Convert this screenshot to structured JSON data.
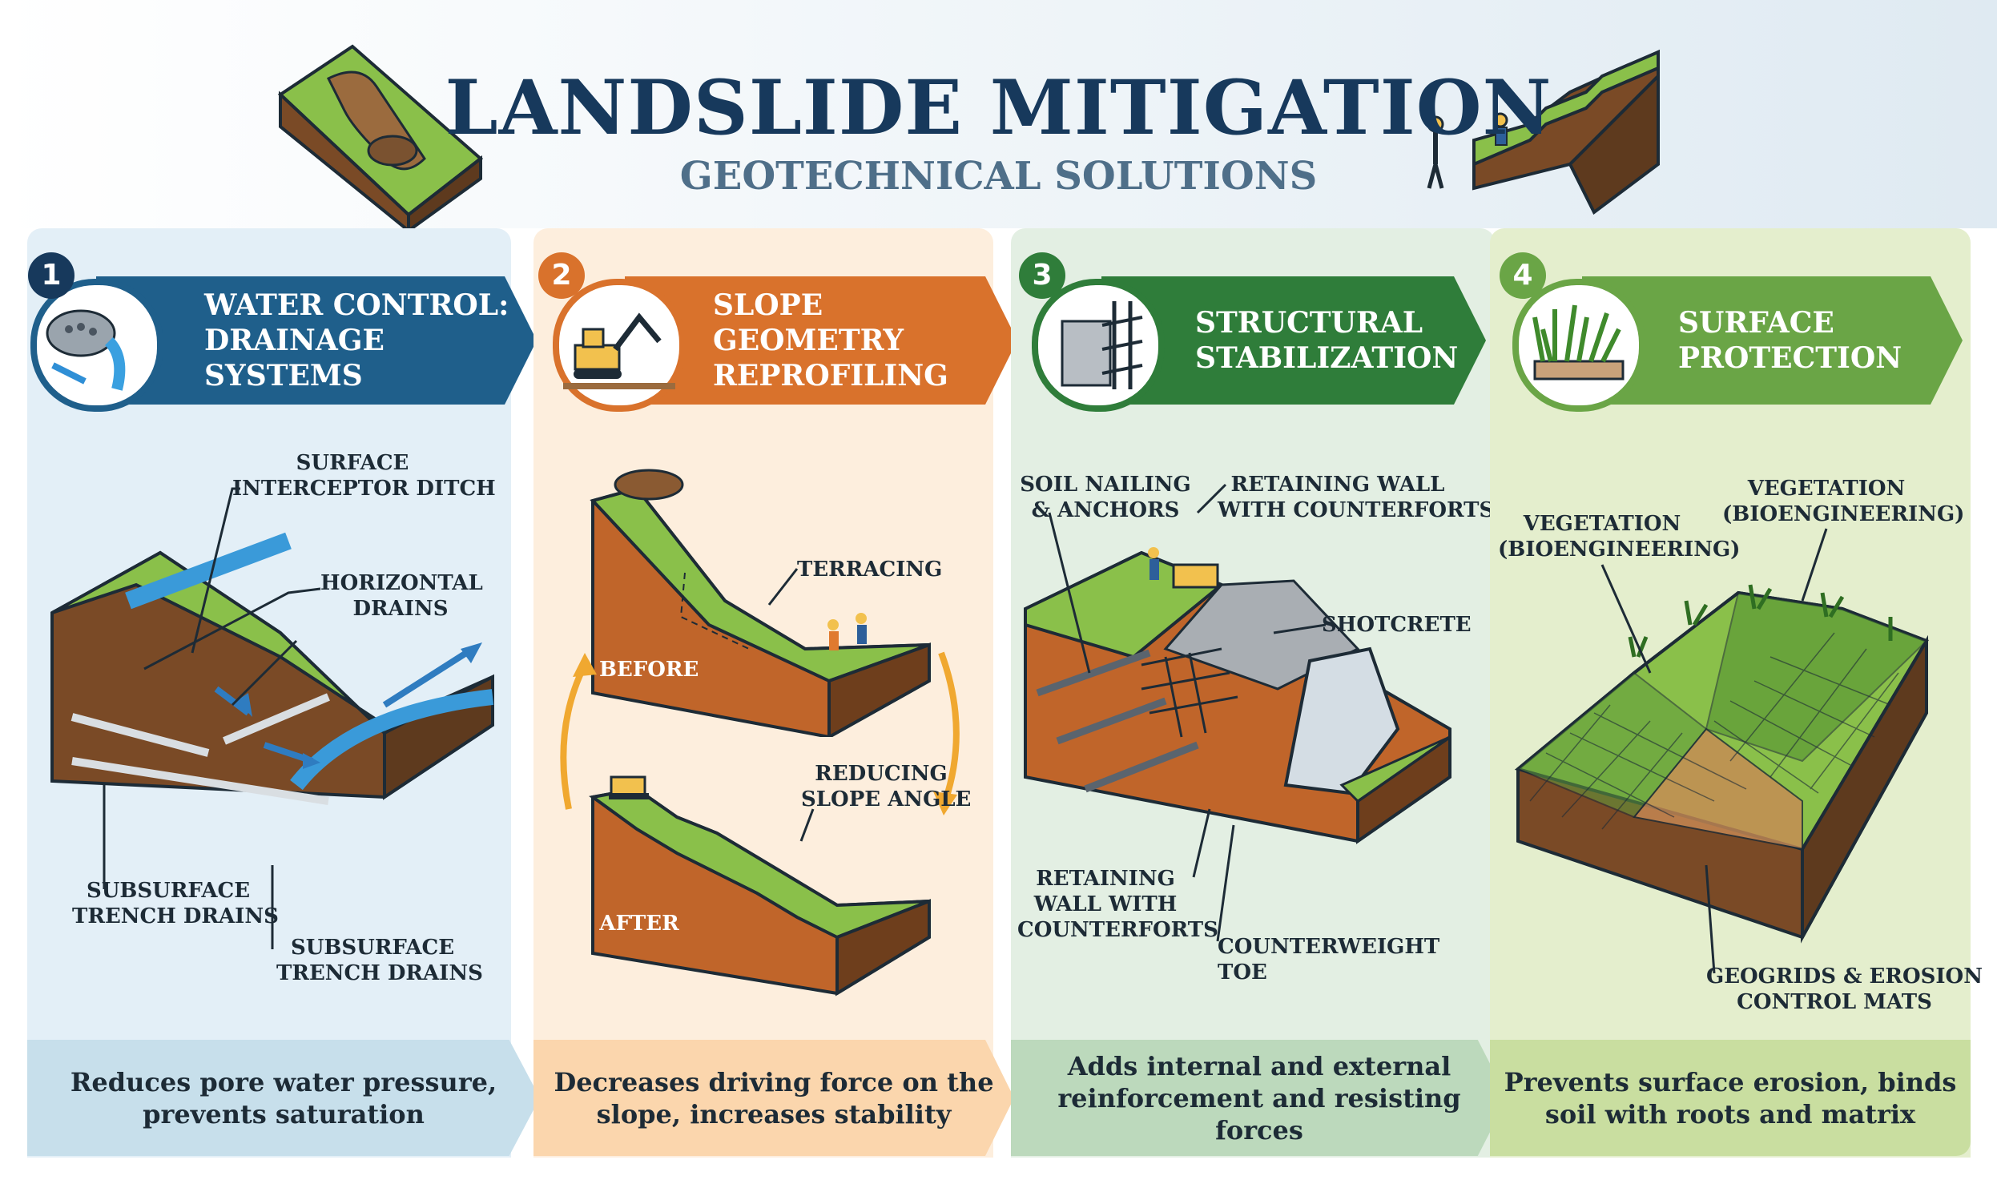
{
  "header": {
    "title": "LANDSLIDE MITIGATION",
    "subtitle": "GEOTECHNICAL SOLUTIONS"
  },
  "colors": {
    "navy": "#17395c",
    "blue_banner": "#1f5f8b",
    "orange_banner": "#d9722c",
    "green_banner": "#2f7d3a",
    "lightgreen_banner": "#6aa546",
    "panel1_bg": "#e3eff7",
    "panel2_bg": "#fdeedd",
    "panel3_bg": "#e3efe3",
    "panel4_bg": "#e4eecd"
  },
  "panels": [
    {
      "number": "1",
      "title_line1": "WATER CONTROL:",
      "title_line2": "DRAINAGE SYSTEMS",
      "icon": "drain-pipe-icon",
      "labels": {
        "surface_ditch": [
          "SURFACE",
          "INTERCEPTOR DITCH"
        ],
        "horizontal_drains": [
          "HORIZONTAL",
          "DRAINS"
        ],
        "subsurface_left": [
          "SUBSURFACE",
          "TRENCH DRAINS"
        ],
        "subsurface_right": [
          "SUBSURFACE",
          "TRENCH DRAINS"
        ]
      },
      "footer": [
        "Reduces pore water pressure,",
        "prevents saturation"
      ]
    },
    {
      "number": "2",
      "title_line1": "SLOPE GEOMETRY",
      "title_line2": "REPROFILING",
      "icon": "excavator-icon",
      "labels": {
        "terracing": "TERRACING",
        "before": "BEFORE",
        "after": "AFTER",
        "reducing": [
          "REDUCING",
          "SLOPE ANGLE"
        ]
      },
      "footer": [
        "Decreases driving force on the",
        "slope, increases stability"
      ]
    },
    {
      "number": "3",
      "title_line1": "STRUCTURAL",
      "title_line2": "STABILIZATION",
      "icon": "rebar-block-icon",
      "labels": {
        "soil_nailing": [
          "SOIL NAILING",
          "& ANCHORS"
        ],
        "retaining_top": [
          "RETAINING WALL",
          "WITH COUNTERFORTS"
        ],
        "shotcrete": "SHOTCRETE",
        "retaining_bottom": [
          "RETAINING",
          "WALL WITH",
          "COUNTERFORTS"
        ],
        "counterweight": [
          "COUNTERWEIGHT",
          "TOE"
        ]
      },
      "footer": [
        "Adds internal and external",
        "reinforcement and resisting forces"
      ]
    },
    {
      "number": "4",
      "title_line1": "SURFACE",
      "title_line2": "PROTECTION",
      "icon": "grass-icon",
      "labels": {
        "vegetation_left": [
          "VEGETATION",
          "(BIOENGINEERING)"
        ],
        "vegetation_right": [
          "VEGETATION",
          "(BIOENGINEERING)"
        ],
        "geogrids": [
          "GEOGRIDS & EROSION",
          "CONTROL MATS"
        ]
      },
      "footer": [
        "Prevents surface erosion, binds",
        "soil with roots and matrix"
      ]
    }
  ]
}
